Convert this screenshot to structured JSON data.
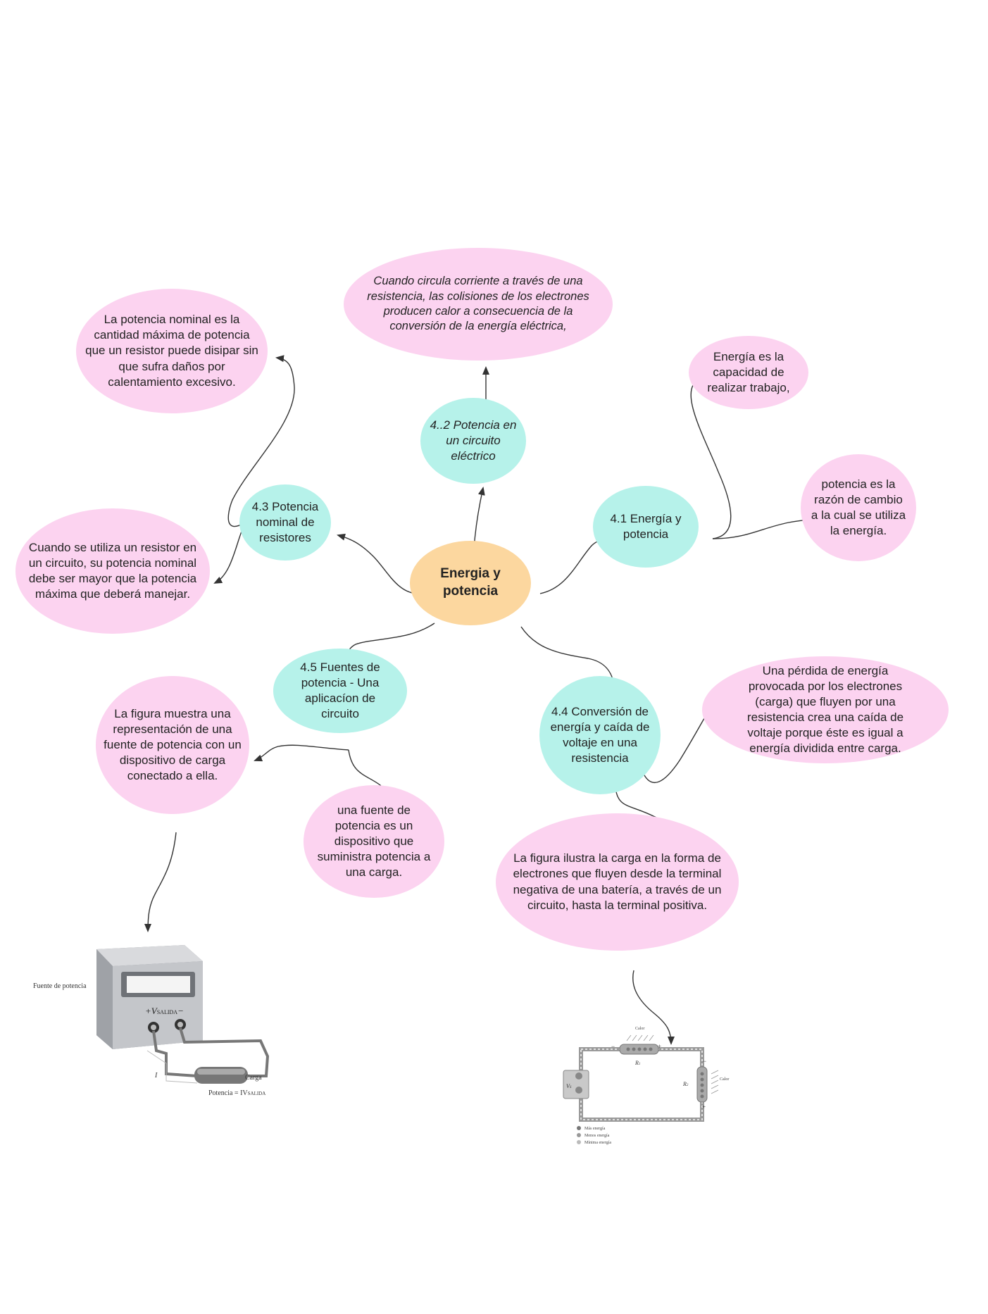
{
  "nodes": {
    "center": "Energia y potencia",
    "n41": "4.1 Energía y potencia",
    "n42": "4..2 Potencia en un circuito eléctrico",
    "n43": "4.3 Potencia nominal de resistores",
    "n44": "4.4 Conversión de energía y caída de voltaje en una resistencia",
    "n45": "4.5 Fuentes de potencia - Una aplicacíon de circuito",
    "energia_def": "Energía es la capacidad de realizar trabajo,",
    "potencia_def": "potencia es la razón de cambio a la cual se utiliza la energía.",
    "calor_def": "Cuando circula corriente a través de una resistencia, las colisiones de los electrones producen calor a consecuencia de la conversión de la energía eléctrica,",
    "nominal_def": "La potencia nominal es la cantidad máxima de potencia que un resistor puede disipar sin que sufra daños por calentamiento excesivo.",
    "resistor_uso": "Cuando se utiliza un resistor en un circuito, su potencia nominal debe ser mayor que la potencia máxima que deberá manejar.",
    "perdida_def": "Una pérdida de energía provocada por los electrones (carga) que fluyen por una resistencia crea una caída de voltaje porque éste es igual a energía dividida entre carga.",
    "figura_carga": "La figura ilustra la carga en la forma de electrones que fluyen desde la terminal negativa de una batería, a través de un circuito, hasta la terminal positiva.",
    "figura_fuente": "La figura muestra una representación de una fuente de potencia con un dispositivo de carga conectado a ella.",
    "fuente_def": "una fuente de potencia es un dispositivo que suministra potencia a una carga."
  },
  "figure_power_supply": {
    "label": "Fuente de potencia",
    "vout": "+V",
    "vout_sub": "SALIDA",
    "minus": "−",
    "current": "I",
    "load": "Carga",
    "formula": "Potencia = IV",
    "formula_sub": "SALIDA"
  },
  "figure_circuit": {
    "heat1": "Calor",
    "heat2": "Calor",
    "r1": "R",
    "r1_sub": "1",
    "r2": "R",
    "r2_sub": "2",
    "vs": "V",
    "vs_sub": "S",
    "legend": [
      "Más energía",
      "Menos energía",
      "Mínima energía"
    ]
  },
  "colors": {
    "pink": "#fcd3f0",
    "teal": "#b6f2ea",
    "orange": "#fcd79f",
    "arrow": "#333333"
  }
}
